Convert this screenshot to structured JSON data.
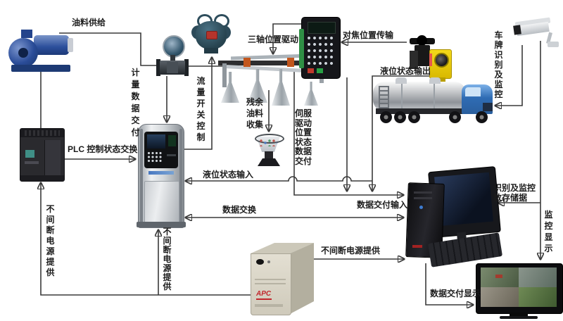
{
  "labels": {
    "oil_supply": "油料供给",
    "metering_data_delivery": "计量数据交付",
    "flow_switch_control": "流量开关控制",
    "residual_oil_collection": "残余油料收集",
    "three_axis_drive": "三轴位置驱动",
    "focus_position_transfer": "对焦位置传输",
    "liquid_level_output": "液位状态输出",
    "plate_recognition_monitor": "车牌识别及监控",
    "plc_control_exchange": "PLC 控制状态交换",
    "liquid_level_input": "液位状态输入",
    "servo_position_delivery": "伺服驱动位置状态数据交付",
    "data_exchange": "数据交换",
    "data_delivery_input": "数据交付输入",
    "recognition_storage": "识别及监控数存储据",
    "monitor_display": "监控显示",
    "ups_supply_plc": "不间断电源提供",
    "ups_supply_kiosk": "不间断电源提供",
    "ups_supply_pc": "不间断电源提供",
    "data_delivery_display": "数据交付显示"
  },
  "devices": {
    "ups_brand": "APC"
  },
  "components": [
    "oil-pump",
    "flow-meter",
    "control-valve",
    "three-axis-gantry",
    "teach-pendant-controller",
    "focus-position-sensor",
    "liquid-level-sensor",
    "tanker-truck",
    "cctv-camera",
    "plc-controller",
    "dispenser-kiosk",
    "desktop-computer",
    "ups-unit",
    "surveillance-tv",
    "residual-oil-container"
  ],
  "colors": {
    "line": "#3a3a3a",
    "pump_blue": "#2c4f9b",
    "sensor_yellow": "#f4da1a",
    "truck_cab_blue": "#2f6cb4",
    "apc_red": "#c1272d",
    "kiosk_logo_blue": "#2a62b8"
  }
}
